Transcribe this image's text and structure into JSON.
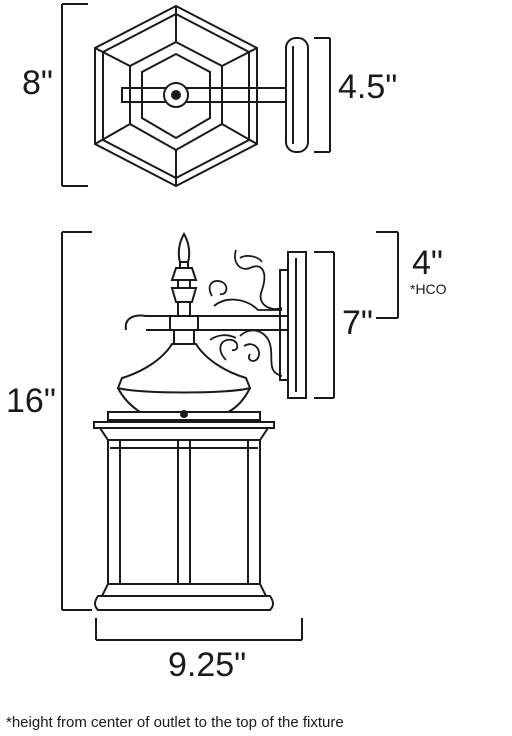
{
  "top_view": {
    "width_dimension": "8\"",
    "depth_dimension": "4.5\""
  },
  "side_view": {
    "height_dimension": "16\"",
    "backplate_dimension": "7\"",
    "hco_dimension": "4\"",
    "hco_note": "*HCO",
    "width_dimension": "9.25\""
  },
  "footnote": "*height from center of outlet to the top of the fixture"
}
